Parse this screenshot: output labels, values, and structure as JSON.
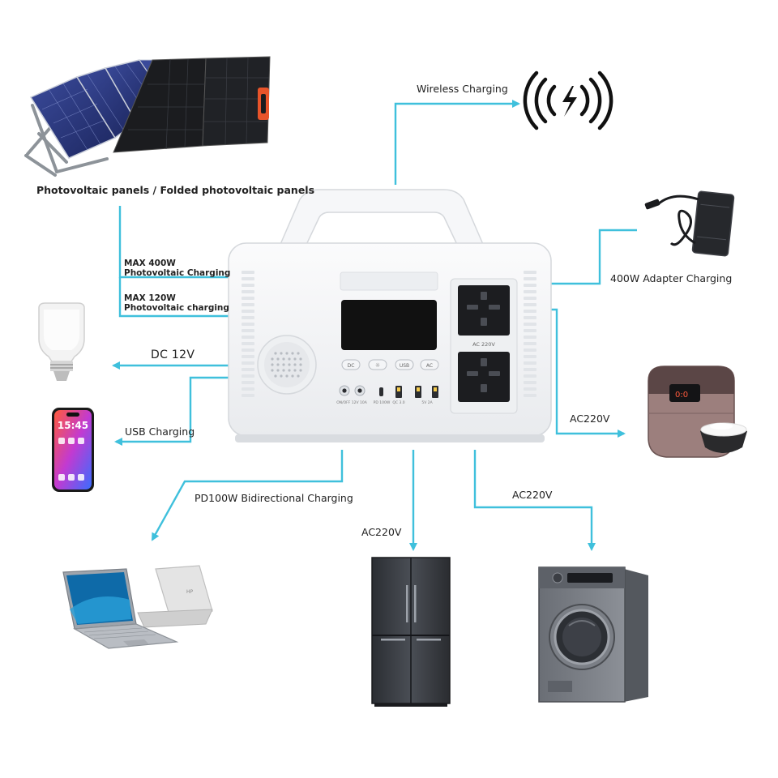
{
  "labels": {
    "pv_panels": "Photovoltaic panels / Folded photovoltaic panels",
    "max400_line1": "MAX 400W",
    "max400_line2": "Photovoltaic Charging",
    "max120_line1": "MAX 120W",
    "max120_line2": "Photovoltaic charging",
    "dc12v": "DC  12V",
    "usb_charging": "USB Charging",
    "pd100w": "PD100W Bidirectional Charging",
    "ac220v_fridge": "AC220V",
    "ac220v_washer": "AC220V",
    "ac220v_cooker": "AC220V",
    "adapter": "400W Adapter Charging",
    "wireless": "Wireless Charging"
  },
  "device": {
    "outlet_label": "AC 220V",
    "buttons": [
      "DC",
      "☼",
      "USB",
      "AC"
    ],
    "port_labels": [
      "ON/OFF  12V 10A",
      "PD 100W",
      "QC 3.0",
      "5V 2A"
    ]
  },
  "phone_time": "15:45",
  "colors": {
    "connector": "#3fc0dc",
    "device_body": "#f4f5f7",
    "screen": "#111111",
    "text": "#222222"
  }
}
